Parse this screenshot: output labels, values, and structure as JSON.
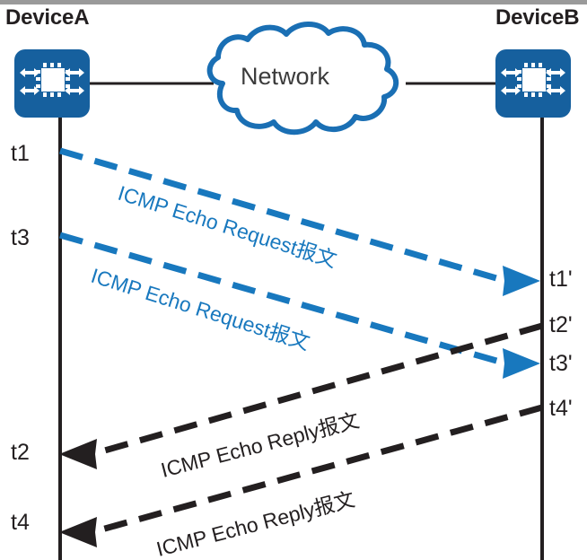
{
  "diagram": {
    "title_left": "DeviceA",
    "title_right": "DeviceB",
    "cloud_label": "Network",
    "colors": {
      "device_blue": "#16609E",
      "request_blue": "#1878BE",
      "reply_black": "#231F20",
      "cloud_outline": "#1A6FB4",
      "timeline": "#231F20",
      "topbar_gray": "#9A9A9A",
      "background": "#FFFFFF"
    },
    "nodes": [
      {
        "id": "deviceA",
        "label": "DeviceA",
        "icon": "router-device-icon"
      },
      {
        "id": "network",
        "label": "Network",
        "icon": "cloud-icon"
      },
      {
        "id": "deviceB",
        "label": "DeviceB",
        "icon": "router-device-icon"
      }
    ],
    "timeline_left": {
      "owner": "DeviceA",
      "ticks": [
        {
          "id": "t1",
          "label": "t1",
          "event": "first echo request sent"
        },
        {
          "id": "t3",
          "label": "t3",
          "event": "second echo request sent"
        },
        {
          "id": "t2",
          "label": "t2",
          "event": "first echo reply received"
        },
        {
          "id": "t4",
          "label": "t4",
          "event": "second echo reply received"
        }
      ]
    },
    "timeline_right": {
      "owner": "DeviceB",
      "ticks": [
        {
          "id": "t1p",
          "label": "t1'",
          "event": "first echo request received"
        },
        {
          "id": "t2p",
          "label": "t2'",
          "event": "first echo reply sent"
        },
        {
          "id": "t3p",
          "label": "t3'",
          "event": "second echo request received"
        },
        {
          "id": "t4p",
          "label": "t4'",
          "event": "second echo reply sent"
        }
      ]
    },
    "messages": [
      {
        "id": "req1",
        "text": "ICMP Echo Request报文",
        "color": "blue",
        "direction": "left-to-right",
        "from_tick": "t1",
        "to_tick": "t1'",
        "style": "dashed"
      },
      {
        "id": "req2",
        "text": "ICMP Echo Request报文",
        "color": "blue",
        "direction": "left-to-right",
        "from_tick": "t3",
        "to_tick": "t3'",
        "style": "dashed"
      },
      {
        "id": "rep1",
        "text": "ICMP Echo Reply报文",
        "color": "black",
        "direction": "right-to-left",
        "from_tick": "t2'",
        "to_tick": "t2",
        "style": "dashed"
      },
      {
        "id": "rep2",
        "text": "ICMP Echo Reply报文",
        "color": "black",
        "direction": "right-to-left",
        "from_tick": "t4'",
        "to_tick": "t4",
        "style": "dashed"
      }
    ]
  }
}
